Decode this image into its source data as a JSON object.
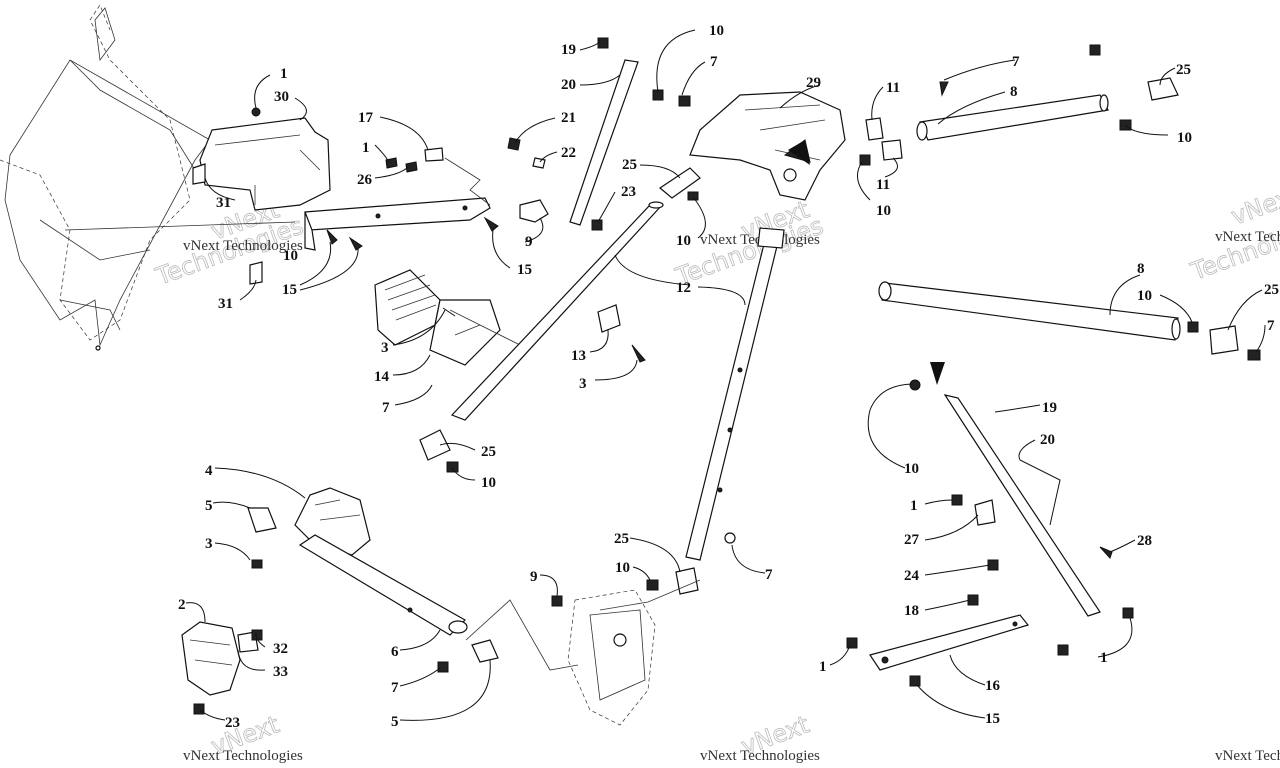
{
  "watermark": {
    "brand_line": "vNext",
    "brand_line2": "Technologies",
    "full": "vNext Technologies"
  },
  "callouts": [
    {
      "id": "c1",
      "label": "1"
    },
    {
      "id": "c30",
      "label": "30"
    },
    {
      "id": "c31a",
      "label": "31"
    },
    {
      "id": "c31b",
      "label": "31"
    },
    {
      "id": "c17",
      "label": "17"
    },
    {
      "id": "c1b",
      "label": "1"
    },
    {
      "id": "c26",
      "label": "26"
    },
    {
      "id": "c9a",
      "label": "9"
    },
    {
      "id": "c15a",
      "label": "15"
    },
    {
      "id": "c15b",
      "label": "15"
    },
    {
      "id": "c10a",
      "label": "10"
    },
    {
      "id": "c19a",
      "label": "19"
    },
    {
      "id": "c20a",
      "label": "20"
    },
    {
      "id": "c21",
      "label": "21"
    },
    {
      "id": "c22",
      "label": "22"
    },
    {
      "id": "c23a",
      "label": "23"
    },
    {
      "id": "c25a",
      "label": "25"
    },
    {
      "id": "c10b",
      "label": "10"
    },
    {
      "id": "c10c",
      "label": "10"
    },
    {
      "id": "c7a",
      "label": "7"
    },
    {
      "id": "c29",
      "label": "29"
    },
    {
      "id": "c11a",
      "label": "11"
    },
    {
      "id": "c11b",
      "label": "11"
    },
    {
      "id": "c10d",
      "label": "10"
    },
    {
      "id": "c7b",
      "label": "7"
    },
    {
      "id": "c25b",
      "label": "25"
    },
    {
      "id": "c8a",
      "label": "8"
    },
    {
      "id": "c10e",
      "label": "10"
    },
    {
      "id": "c8b",
      "label": "8"
    },
    {
      "id": "c10f",
      "label": "10"
    },
    {
      "id": "c25c",
      "label": "25"
    },
    {
      "id": "c7c",
      "label": "7"
    },
    {
      "id": "c12",
      "label": "12"
    },
    {
      "id": "c3a",
      "label": "3"
    },
    {
      "id": "c14",
      "label": "14"
    },
    {
      "id": "c13",
      "label": "13"
    },
    {
      "id": "c3b",
      "label": "3"
    },
    {
      "id": "c7d",
      "label": "7"
    },
    {
      "id": "c25d",
      "label": "25"
    },
    {
      "id": "c10g",
      "label": "10"
    },
    {
      "id": "c19b",
      "label": "19"
    },
    {
      "id": "c20b",
      "label": "20"
    },
    {
      "id": "c10h",
      "label": "10"
    },
    {
      "id": "c1c",
      "label": "1"
    },
    {
      "id": "c27",
      "label": "27"
    },
    {
      "id": "c28",
      "label": "28"
    },
    {
      "id": "c24",
      "label": "24"
    },
    {
      "id": "c18",
      "label": "18"
    },
    {
      "id": "c1d",
      "label": "1"
    },
    {
      "id": "c1e",
      "label": "1"
    },
    {
      "id": "c16",
      "label": "16"
    },
    {
      "id": "c15c",
      "label": "15"
    },
    {
      "id": "c4",
      "label": "4"
    },
    {
      "id": "c5a",
      "label": "5"
    },
    {
      "id": "c3c",
      "label": "3"
    },
    {
      "id": "c2",
      "label": "2"
    },
    {
      "id": "c32",
      "label": "32"
    },
    {
      "id": "c33",
      "label": "33"
    },
    {
      "id": "c23b",
      "label": "23"
    },
    {
      "id": "c6",
      "label": "6"
    },
    {
      "id": "c7e",
      "label": "7"
    },
    {
      "id": "c5b",
      "label": "5"
    },
    {
      "id": "c9b",
      "label": "9"
    },
    {
      "id": "c25e",
      "label": "25"
    },
    {
      "id": "c10i",
      "label": "10"
    },
    {
      "id": "c7f",
      "label": "7"
    }
  ]
}
